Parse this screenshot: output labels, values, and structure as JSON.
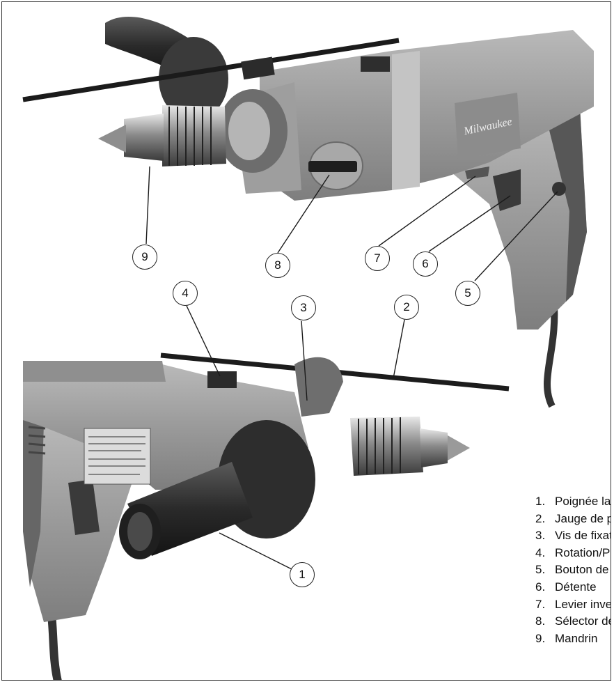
{
  "callouts": {
    "c1": "1",
    "c2": "2",
    "c3": "3",
    "c4": "4",
    "c5": "5",
    "c6": "6",
    "c7": "7",
    "c8": "8",
    "c9": "9"
  },
  "legend": [
    {
      "number": "1.",
      "label": "Poignée latérale"
    },
    {
      "number": "2.",
      "label": "Jauge de profondeur"
    },
    {
      "number": "3.",
      "label": "Vis de fixation"
    },
    {
      "number": "4.",
      "label": "Rotation/Percussion levier"
    },
    {
      "number": "5.",
      "label": "Bouton de verrouillage"
    },
    {
      "number": "6.",
      "label": "Détente"
    },
    {
      "number": "7.",
      "label": "Levier inverseur"
    },
    {
      "number": "8.",
      "label": "Sélector de vitesse"
    },
    {
      "number": "9.",
      "label": "Mandrin"
    }
  ],
  "brand_logo": "Milwaukee"
}
